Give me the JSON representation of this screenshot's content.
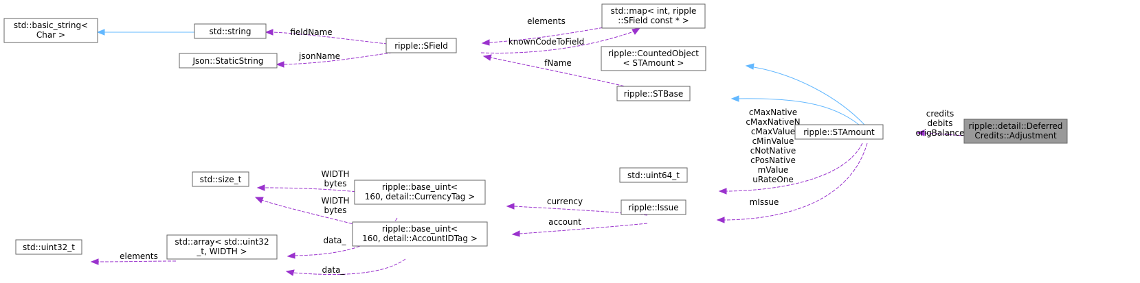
{
  "nodes": {
    "basic_string": [
      "std::basic_string<",
      "Char >"
    ],
    "string": [
      "std::string"
    ],
    "json_static": [
      "Json::StaticString"
    ],
    "sfield": [
      "ripple::SField"
    ],
    "map": [
      "std::map< int, ripple",
      "::SField const * >"
    ],
    "counted": [
      "ripple::CountedObject",
      "< STAmount >"
    ],
    "stbase": [
      "ripple::STBase"
    ],
    "stamount": [
      "ripple::STAmount"
    ],
    "adjustment": [
      "ripple::detail::Deferred",
      "Credits::Adjustment"
    ],
    "uint64": [
      "std::uint64_t"
    ],
    "issue": [
      "ripple::Issue"
    ],
    "size_t": [
      "std::size_t"
    ],
    "base_uint_currency": [
      "ripple::base_uint<",
      "160, detail::CurrencyTag >"
    ],
    "base_uint_account": [
      "ripple::base_uint<",
      "160, detail::AccountIDTag >"
    ],
    "uint32": [
      "std::uint32_t"
    ],
    "array": [
      "std::array< std::uint32",
      "_t, WIDTH >"
    ]
  },
  "edges": {
    "fieldName": [
      "fieldName"
    ],
    "jsonName": [
      "jsonName"
    ],
    "elements_map": [
      "elements"
    ],
    "knownCodeToField": [
      "knownCodeToField"
    ],
    "fName": [
      "fName"
    ],
    "adjustment_labels": [
      "credits",
      "debits",
      "origBalance"
    ],
    "stamount_consts": [
      "cMaxNative",
      "cMaxNativeN",
      "cMaxValue",
      "cMinValue",
      "cNotNative",
      "cPosNative",
      "mValue",
      "uRateOne"
    ],
    "mIssue": [
      "mIssue"
    ],
    "currency": [
      "currency"
    ],
    "account": [
      "account"
    ],
    "width_currency": [
      "WIDTH",
      "bytes"
    ],
    "width_account": [
      "WIDTH",
      "bytes"
    ],
    "data_currency": [
      "data_"
    ],
    "data_account": [
      "data_"
    ],
    "elements_array": [
      "elements"
    ]
  },
  "colors": {
    "inheritance": "#63b8ff",
    "usage": "#9a32cd",
    "focus_fill": "#999999",
    "border": "#666666"
  }
}
